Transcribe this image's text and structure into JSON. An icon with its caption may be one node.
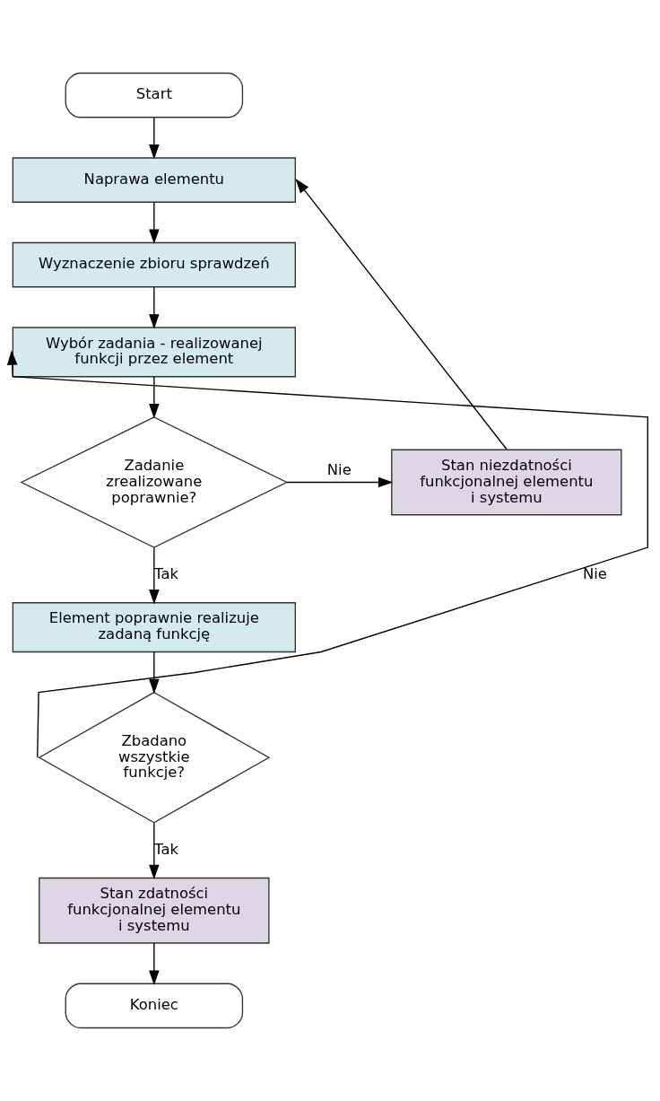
{
  "diagram": {
    "nodes": [
      {
        "text": [
          "Start"
        ]
      },
      {
        "text": [
          "Naprawa elementu"
        ]
      },
      {
        "text": [
          "Wyznaczenie zbioru sprawdzeń"
        ]
      },
      {
        "text": [
          "Wybór zadania - realizowanej funkcji przez element"
        ]
      },
      {
        "text": [
          "Zadanie zrealizowane poprawnie?"
        ]
      },
      {
        "text": [
          "Stan niezdatności funkcjonalnej elementu i systemu"
        ]
      },
      {
        "text": [
          "Element poprawnie realizuje zadaną funkcję"
        ]
      },
      {
        "text": [
          "Zbadano wszystkie funkcje?"
        ]
      },
      {
        "text": [
          "Stan zdatności funkcjonalnej elementu i systemu"
        ]
      },
      {
        "text": [
          "Koniec"
        ]
      }
    ],
    "edges": [
      {
        "from": 0,
        "to": 1,
        "arrow": "to"
      },
      {
        "from": 1,
        "to": 2,
        "arrow": "to"
      },
      {
        "from": 2,
        "to": 3,
        "arrow": "to"
      },
      {
        "from": 3,
        "to": 4,
        "arrow": "to"
      },
      {
        "from": 4,
        "to": 5,
        "arrow": "to",
        "label": "Nie"
      },
      {
        "from": 5,
        "to": 1,
        "arrow": "to"
      },
      {
        "from": 4,
        "to": 6,
        "arrow": "to",
        "label": "Tak"
      },
      {
        "from": 6,
        "to": 7,
        "arrow": "to"
      },
      {
        "from": 7,
        "to": 3,
        "arrow": "to",
        "label": "Nie"
      },
      {
        "from": 7,
        "to": 8,
        "arrow": "to",
        "label": "Tak"
      },
      {
        "from": 8,
        "to": 9,
        "arrow": "to"
      }
    ]
  }
}
